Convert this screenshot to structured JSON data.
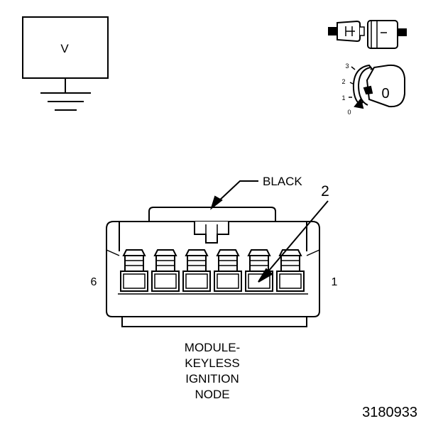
{
  "meter": {
    "symbol": "V"
  },
  "key_positions": [
    "3",
    "2",
    "1",
    "0"
  ],
  "key_label": "0",
  "connector": {
    "color_label": "BLACK",
    "callout_number": "2",
    "pin_left": "6",
    "pin_right": "1",
    "cavities": 6,
    "probed_cavity": 2
  },
  "caption": [
    "MODULE-",
    "KEYLESS",
    "IGNITION",
    "NODE"
  ],
  "figure_id": "3180933"
}
